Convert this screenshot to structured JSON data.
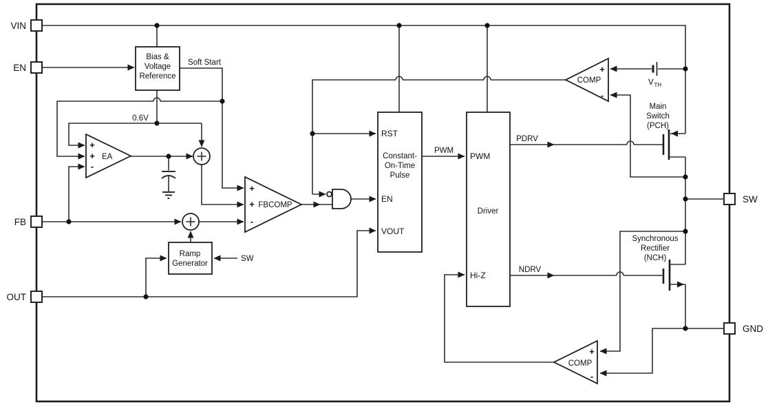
{
  "pins": {
    "vin": "VIN",
    "en": "EN",
    "fb": "FB",
    "out": "OUT",
    "sw": "SW",
    "gnd": "GND"
  },
  "blocks": {
    "bias": {
      "line1": "Bias &",
      "line2": "Voltage",
      "line3": "Reference"
    },
    "cot": {
      "title1": "Constant-",
      "title2": "On-Time",
      "title3": "Pulse",
      "port_rst": "RST",
      "port_en": "EN",
      "port_vout": "VOUT"
    },
    "driver": {
      "title": "Driver",
      "port_pwm": "PWM",
      "port_hiz": "Hi-Z"
    },
    "ramp": {
      "line1": "Ramp",
      "line2": "Generator"
    }
  },
  "amps": {
    "ea": "EA",
    "fbcomp": "FBCOMP",
    "comp_top": "COMP",
    "comp_bot": "COMP"
  },
  "signals": {
    "soft_start": "Soft Start",
    "vref": "0.6V",
    "pwm": "PWM",
    "pdrv": "PDRV",
    "ndrv": "NDRV",
    "ramp_sw": "SW",
    "vth_base": "V",
    "vth_sub": "TH"
  },
  "transistors": {
    "main_switch": {
      "line1": "Main",
      "line2": "Switch",
      "line3": "(PCH)"
    },
    "sync_rect": {
      "line1": "Synchronous",
      "line2": "Rectifier",
      "line3": "(NCH)"
    }
  },
  "signs": {
    "plus": "+",
    "minus": "-"
  },
  "colors": {
    "line": "#2e2e2e",
    "text": "#111111",
    "background": "#ffffff"
  }
}
